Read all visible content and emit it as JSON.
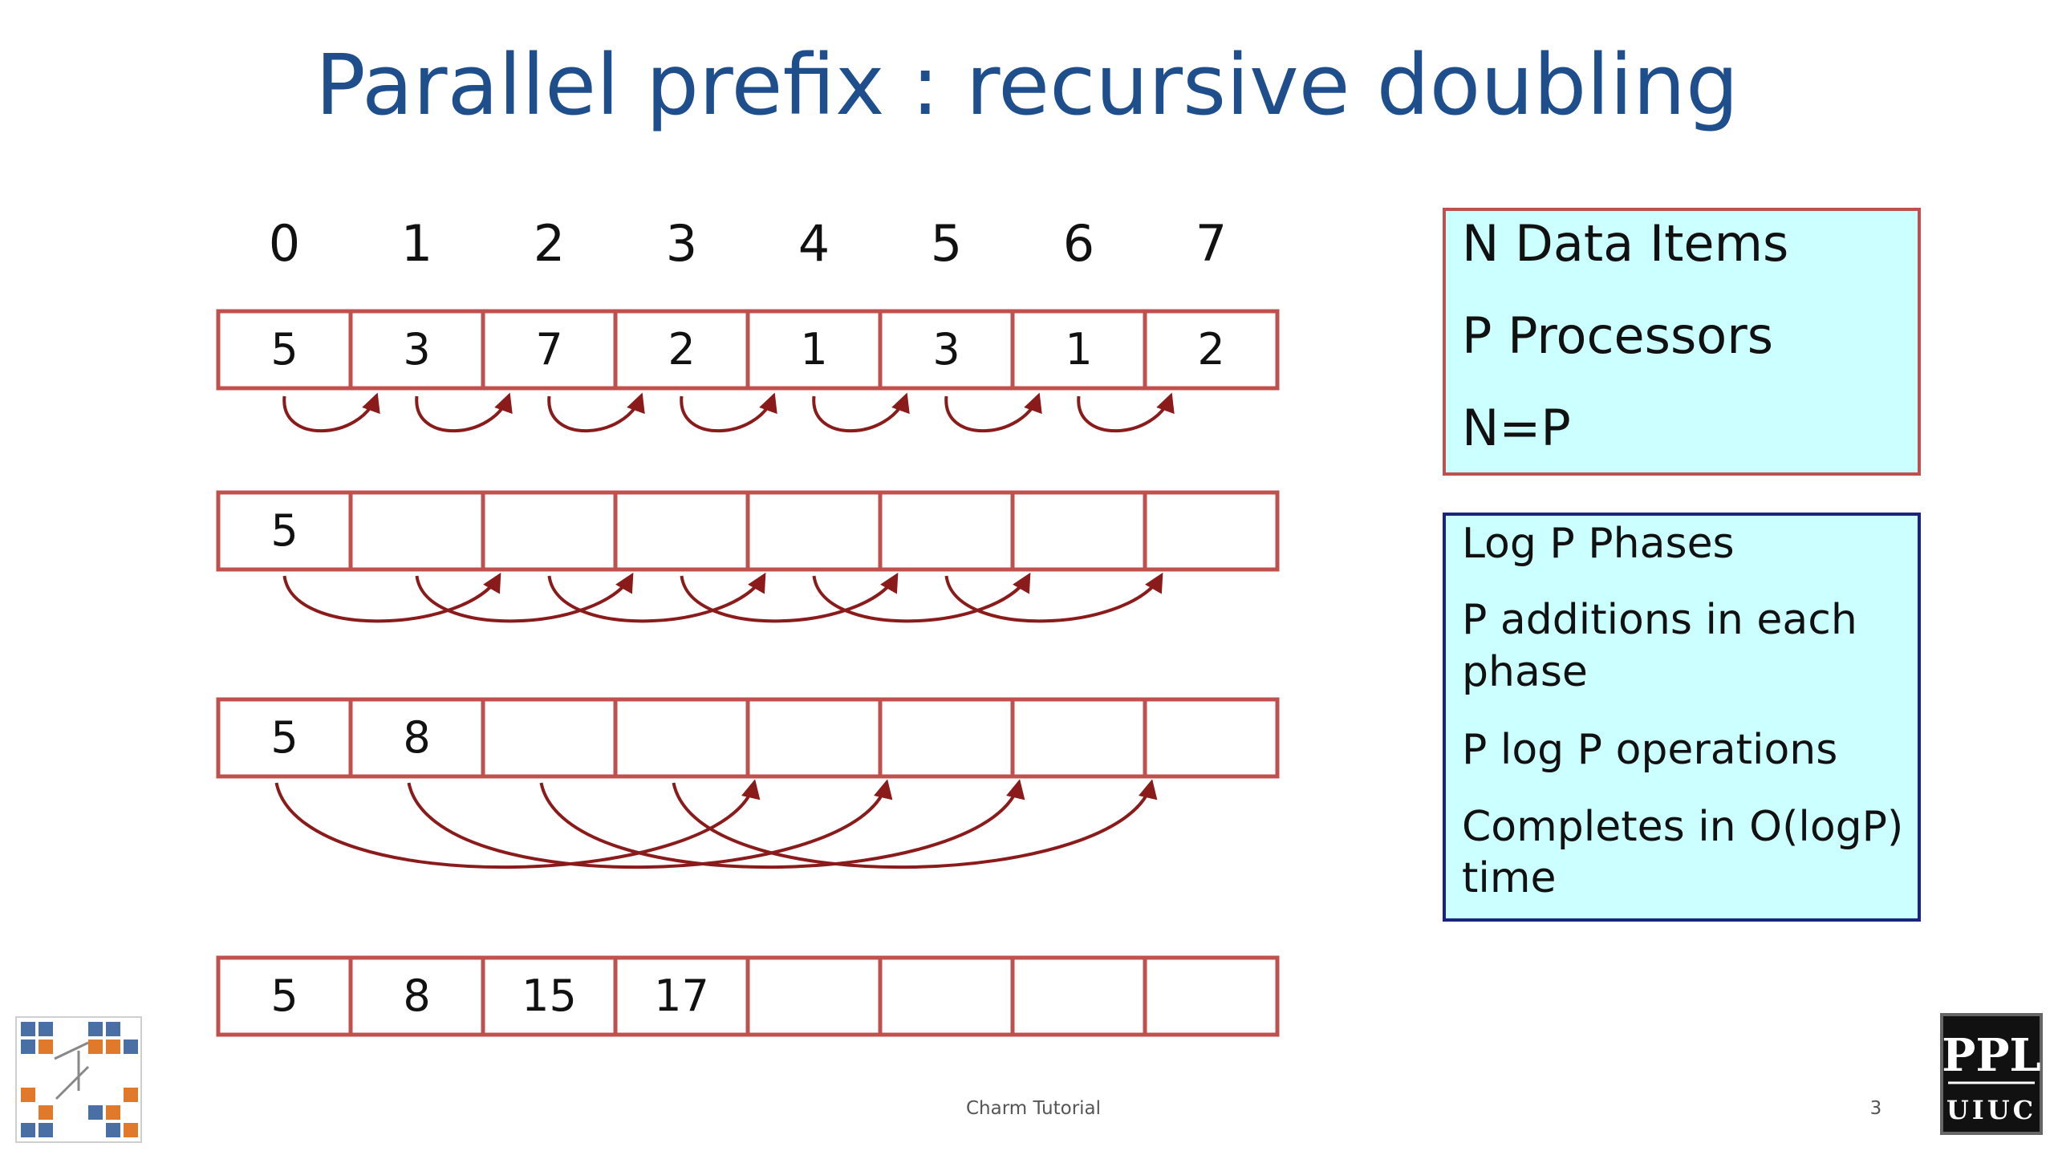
{
  "title": "Parallel prefix : recursive doubling",
  "indices": [
    "0",
    "1",
    "2",
    "3",
    "4",
    "5",
    "6",
    "7"
  ],
  "rows": [
    [
      "5",
      "3",
      "7",
      "2",
      "1",
      "3",
      "1",
      "2"
    ],
    [
      "5",
      "",
      "",
      "",
      "",
      "",
      "",
      ""
    ],
    [
      "5",
      "8",
      "",
      "",
      "",
      "",
      "",
      ""
    ],
    [
      "5",
      "8",
      "15",
      "17",
      "",
      "",
      "",
      ""
    ]
  ],
  "info_box_1": {
    "lines": [
      "N Data Items",
      "P Processors",
      "N=P"
    ]
  },
  "info_box_2": {
    "lines": [
      "Log P Phases",
      "P additions in each",
      "phase",
      "P log P operations",
      "Completes in O(logP)",
      "time"
    ]
  },
  "footer": {
    "center": "Charm Tutorial",
    "page_number": "3"
  },
  "logo_right": {
    "top": "PPL",
    "bottom": "UIUC"
  },
  "colors": {
    "title": "#1f4e8c",
    "cell_border": "#c0504d",
    "arrow": "#8b1a1a",
    "box_fill": "#ccffff",
    "box2_border": "#1a237e"
  }
}
